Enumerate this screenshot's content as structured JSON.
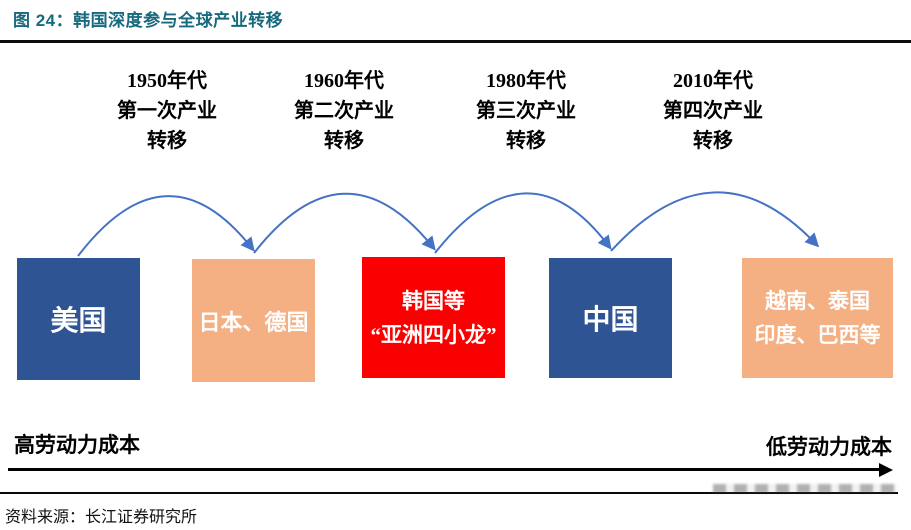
{
  "figure": {
    "title": "图 24：韩国深度参与全球产业转移",
    "source": "资料来源：长江证券研究所"
  },
  "timeline_labels": [
    {
      "label": "1950年代\n第一次产业\n转移"
    },
    {
      "label": "1960年代\n第二次产业\n转移"
    },
    {
      "label": "1980年代\n第三次产业\n转移"
    },
    {
      "label": "2010年代\n第四次产业\n转移"
    }
  ],
  "boxes": [
    {
      "label": "美国",
      "color": "#2F5493"
    },
    {
      "label": "日本、德国",
      "color": "#F4AF82"
    },
    {
      "label": "韩国等\n“亚洲四小龙”",
      "color": "#FB0000"
    },
    {
      "label": "中国",
      "color": "#2F5493"
    },
    {
      "label": "越南、泰国\n印度、巴西等",
      "color": "#F4AF82"
    }
  ],
  "axis": {
    "left_label": "高劳动力成本",
    "right_label": "低劳动力成本"
  },
  "colors": {
    "title_teal": "#17697E",
    "box_blue": "#2F5493",
    "box_orange": "#F4AF82",
    "box_red": "#FB0000",
    "arrow_blue": "#4472C4",
    "line_black": "#0A0A0A"
  }
}
